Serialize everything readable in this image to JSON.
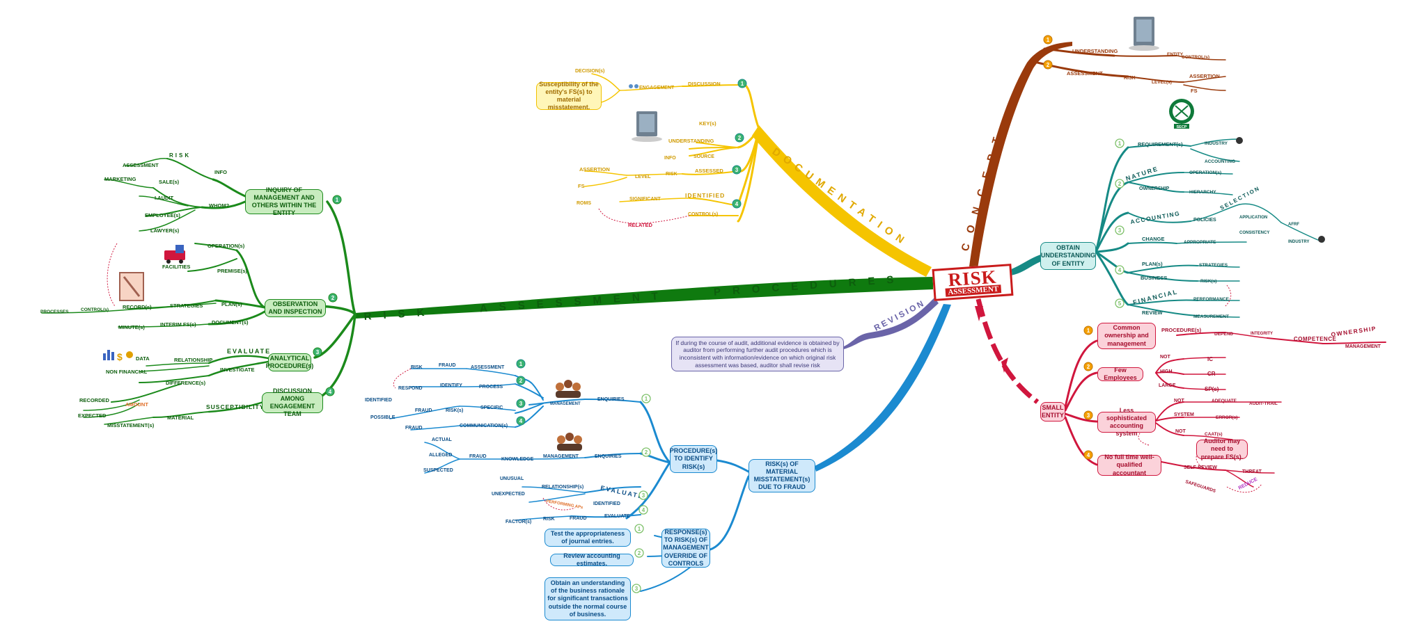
{
  "center": {
    "word1": "RISK",
    "word2": "ASSESSMENT"
  },
  "branches": {
    "procedures": "RISK   ASSESSMENT   PROCEDURES",
    "documentation": "DOCUMENTATION",
    "concept": "CONCEPT",
    "revision": "REVISION"
  },
  "numbers": [
    "1",
    "2",
    "3",
    "4"
  ],
  "green": {
    "boxes": {
      "inquiry": "INQUIRY OF MANAGEMENT AND OTHERS WITHIN THE ENTITY",
      "observation": "OBSERVATION AND INSPECTION",
      "analytical": "ANALYTICAL PROCEDURE(s)",
      "discussion": "DISCUSSION AMONG ENGAGEMENT TEAM"
    },
    "labels": {
      "risk": "RISK",
      "info": "INFO",
      "assessment": "ASSESSMENT",
      "marketing": "MARKETING",
      "sales": "SALE(s)",
      "iaudit": "I.AUDIT",
      "whom": "WHOM?",
      "employees": "EMPLOYEE(s)",
      "lawyers": "LAWYER(s)",
      "operations": "OPERATION(s)",
      "facilities": "FACILITIES",
      "premises": "PREMISE(s)",
      "records": "RECORD(s)",
      "strategies": "STRATEGIES",
      "plans": "PLAN(s)",
      "processes": "PROCESSES",
      "controls": "CONTROL(s)",
      "minutes": "MINUTE(s)",
      "interim": "INTERIM FS(s)",
      "documents": "DOCUMENT(s)",
      "evaluate": "EVALUATE",
      "data": "DATA",
      "relationship": "RELATIONSHIP",
      "nonfinancial": "NON FINANCIAL",
      "investigate": "INVESTIGATE",
      "differences": "DIFFERENCE(s)",
      "recorded": "RECORDED",
      "amount": "AMOUNT",
      "expected": "EXPECTED",
      "misstatements": "MISSTATEMENT(s)",
      "material": "MATERIAL",
      "susceptibility": "SUSCEPTIBILITY"
    }
  },
  "yellow": {
    "note": "Susceptibility of the entity's FS(s) to material misstatement.",
    "labels": {
      "decisions": "DECISION(s)",
      "engagement": "ENGAGEMENT",
      "discussion": "DISCUSSION",
      "keys": "KEY(s)",
      "understanding": "UNDERSTANDING",
      "info": "INFO",
      "source": "SOURCE",
      "assertion": "ASSERTION",
      "level": "LEVEL",
      "risk": "RISK",
      "assessed": "ASSESSED",
      "fs": "FS",
      "significant": "SIGNIFICANT",
      "identified": "IDENTIFIED",
      "roms": "ROMS",
      "controls": "CONTROL(s)",
      "related": "RELATED"
    }
  },
  "concept": {
    "labels": {
      "understanding": "UNDERSTANDING",
      "entity": "ENTITY",
      "controls": "CONTROL(s)",
      "assessment": "ASSESSMENT",
      "risk": "RISK",
      "levels": "LEVEL(s)",
      "assertion": "ASSERTION",
      "fs": "FS"
    }
  },
  "teal": {
    "box": "OBTAIN UNDERSTANDING OF ENTITY",
    "labels": {
      "requirements": "REQUIREMENT(s)",
      "industry": "INDUSTRY",
      "accounting": "ACCOUNTING",
      "nature": "NATURE",
      "operations": "OPERATION(s)",
      "ownership": "OWNERSHIP",
      "hierarchy": "HIERARCHY",
      "accounting2": "ACCOUNTING",
      "policies": "POLICIES",
      "selection": "SELECTION",
      "application": "APPLICATION",
      "afrf": "AFRF",
      "consistency": "CONSISTENCY",
      "industry2": "INDUSTRY",
      "change": "CHANGE",
      "appropriate": "APPROPRIATE",
      "plans": "PLAN(s)",
      "strategies": "STRATEGIES",
      "business": "BUSINESS",
      "risks": "RISK(s)",
      "financial": "FINANCIAL",
      "performance": "PERFORMANCE",
      "review": "REVIEW",
      "measurement": "MEASUREMENT",
      "secp": "SECP"
    }
  },
  "red": {
    "small": "SMALL ENTITY",
    "boxes": {
      "common": "Common ownership and management",
      "few": "Few Employees",
      "less": "Less sophisticated accounting system",
      "nofull": "No full time well-qualified accountant",
      "auditor": "Auditor may need to prepare FS(s)."
    },
    "labels": {
      "procedures": "PROCEDURE(s)",
      "depend": "DEPEND",
      "integrity": "INTEGRITY",
      "competence": "COMPETENCE",
      "ownership": "OWNERSHIP",
      "management": "MANAGEMENT",
      "not": "NOT",
      "ic": "IC",
      "high": "HIGH",
      "cr": "CR",
      "large": "LARGE",
      "sp": "SP(s)",
      "not2": "NOT",
      "adequate": "ADEQUATE",
      "audittrail": "AUDIT-TRAIL",
      "system": "SYSTEM",
      "errors": "ERROR(s)",
      "not3": "NOT",
      "caat": "CAAT(s)",
      "selfreview": "SELF-REVIEW",
      "threat": "THREAT",
      "safeguards": "SAFEGUARDS",
      "reduce": "REDUCE"
    }
  },
  "blue": {
    "boxes": {
      "riskfraud": "RISK(s) OF MATERIAL MISSTATEMENT(s) DUE TO FRAUD",
      "procedures": "PROCEDURE(s) TO IDENTIFY RISK(s)",
      "responses": "RESPONSE(s) TO RISK(s) OF MANAGEMENT OVERRIDE OF CONTROLS",
      "test": "Test the appropriateness of journal entries.",
      "review": "Review accounting estimates.",
      "obtain": "Obtain an understanding of the business rationale for significant transactions outside the normal course of business."
    },
    "labels": {
      "risk": "RISK",
      "fraud": "FRAUD",
      "assessment": "ASSESSMENT",
      "respond": "RESPOND",
      "identify": "IDENTIFY",
      "process": "PROCESS",
      "identified": "IDENTIFIED",
      "specific": "SPECIFIC",
      "possible": "POSSIBLE",
      "fraud2": "FRAUD",
      "risks": "RISK(s)",
      "fraud3": "FRAUD",
      "communications": "COMMUNICATION(s)",
      "management": "MANAGEMENT",
      "enquiries": "ENQUIRIES",
      "actual": "ACTUAL",
      "alleged": "ALLEGED",
      "fraud4": "FRAUD",
      "knowledge": "KNOWLEDGE",
      "management2": "MANAGEMENT",
      "enquiries2": "ENQUIRIES",
      "suspected": "SUSPECTED",
      "unusual": "UNUSUAL",
      "relationships": "RELATIONSHIP(s)",
      "evaluate": "EVALUATE",
      "unexpected": "UNEXPECTED",
      "performing": "PERFORMING APs",
      "identified2": "IDENTIFIED",
      "factors": "FACTOR(s)",
      "risk2": "RISK",
      "fraud5": "FRAUD",
      "evaluate2": "EVALUATE"
    }
  },
  "revision": {
    "note": "If during the course of audit, additional evidence is obtained by auditor from performing further audit procedures which is inconsistent with information/evidence on which original risk assessment was based, auditor shall revise risk"
  },
  "colors": {
    "green": "#1b8a1b",
    "yellow": "#f5c400",
    "brown": "#9a3a0c",
    "teal": "#168a85",
    "red": "#d0163d",
    "blue": "#1b8ad0",
    "purple": "#6a64a8"
  }
}
